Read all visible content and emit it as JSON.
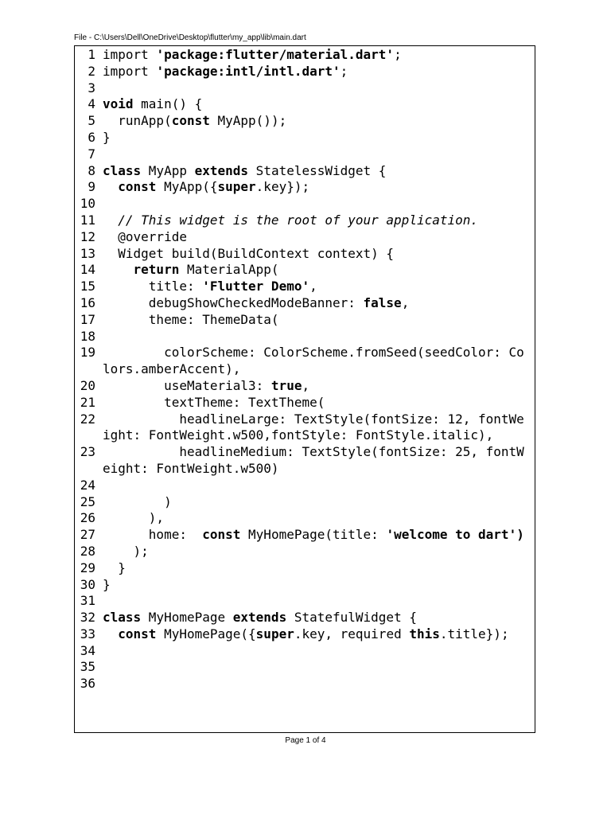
{
  "header": {
    "file_path": "File - C:\\Users\\Dell\\OneDrive\\Desktop\\flutter\\my_app\\lib\\main.dart"
  },
  "code": {
    "lines": [
      {
        "no": "1",
        "tokens": [
          {
            "t": "import "
          },
          {
            "t": "'package:flutter/material.dart'",
            "c": "str"
          },
          {
            "t": ";"
          }
        ]
      },
      {
        "no": "2",
        "tokens": [
          {
            "t": "import "
          },
          {
            "t": "'package:intl/intl.dart'",
            "c": "str"
          },
          {
            "t": ";"
          }
        ]
      },
      {
        "no": "3",
        "tokens": []
      },
      {
        "no": "4",
        "tokens": [
          {
            "t": "void",
            "c": "kw"
          },
          {
            "t": " main() {"
          }
        ]
      },
      {
        "no": "5",
        "tokens": [
          {
            "t": "  runApp("
          },
          {
            "t": "const",
            "c": "kw"
          },
          {
            "t": " MyApp());"
          }
        ]
      },
      {
        "no": "6",
        "tokens": [
          {
            "t": "}"
          }
        ]
      },
      {
        "no": "7",
        "tokens": []
      },
      {
        "no": "8",
        "tokens": [
          {
            "t": "class",
            "c": "kw"
          },
          {
            "t": " MyApp "
          },
          {
            "t": "extends",
            "c": "kw"
          },
          {
            "t": " StatelessWidget {"
          }
        ]
      },
      {
        "no": "9",
        "tokens": [
          {
            "t": "  "
          },
          {
            "t": "const",
            "c": "kw"
          },
          {
            "t": " MyApp({"
          },
          {
            "t": "super",
            "c": "kw"
          },
          {
            "t": ".key});"
          }
        ]
      },
      {
        "no": "10",
        "tokens": []
      },
      {
        "no": "11",
        "tokens": [
          {
            "t": "  "
          },
          {
            "t": "// This widget is the root of your application.",
            "c": "cmt"
          }
        ]
      },
      {
        "no": "12",
        "tokens": [
          {
            "t": "  @override"
          }
        ]
      },
      {
        "no": "13",
        "tokens": [
          {
            "t": "  Widget build(BuildContext context) {"
          }
        ]
      },
      {
        "no": "14",
        "tokens": [
          {
            "t": "    "
          },
          {
            "t": "return",
            "c": "kw"
          },
          {
            "t": " MaterialApp("
          }
        ]
      },
      {
        "no": "15",
        "tokens": [
          {
            "t": "      title: "
          },
          {
            "t": "'Flutter Demo'",
            "c": "str"
          },
          {
            "t": ","
          }
        ]
      },
      {
        "no": "16",
        "tokens": [
          {
            "t": "      debugShowCheckedModeBanner: "
          },
          {
            "t": "false",
            "c": "kw"
          },
          {
            "t": ","
          }
        ]
      },
      {
        "no": "17",
        "tokens": [
          {
            "t": "      theme: ThemeData("
          }
        ]
      },
      {
        "no": "18",
        "tokens": []
      },
      {
        "no": "19",
        "tokens": [
          {
            "t": "        colorScheme: ColorScheme.fromSeed(seedColor: Colors.amberAccent),"
          }
        ]
      },
      {
        "no": "20",
        "tokens": [
          {
            "t": "        useMaterial3: "
          },
          {
            "t": "true",
            "c": "kw"
          },
          {
            "t": ","
          }
        ]
      },
      {
        "no": "21",
        "tokens": [
          {
            "t": "        textTheme: TextTheme("
          }
        ]
      },
      {
        "no": "22",
        "tokens": [
          {
            "t": "          headlineLarge: TextStyle(fontSize: 12, fontWeight: FontWeight.w500,fontStyle: FontStyle.italic),"
          }
        ]
      },
      {
        "no": "23",
        "tokens": [
          {
            "t": "          headlineMedium: TextStyle(fontSize: 25, fontWeight: FontWeight.w500)"
          }
        ]
      },
      {
        "no": "24",
        "tokens": []
      },
      {
        "no": "25",
        "tokens": [
          {
            "t": "        )"
          }
        ]
      },
      {
        "no": "26",
        "tokens": [
          {
            "t": "      ),"
          }
        ]
      },
      {
        "no": "27",
        "tokens": [
          {
            "t": "      home:  "
          },
          {
            "t": "const",
            "c": "kw"
          },
          {
            "t": " MyHomePage(title: "
          },
          {
            "t": "'welcome to dart')",
            "c": "str"
          }
        ]
      },
      {
        "no": "28",
        "tokens": [
          {
            "t": "    );"
          }
        ]
      },
      {
        "no": "29",
        "tokens": [
          {
            "t": "  }"
          }
        ]
      },
      {
        "no": "30",
        "tokens": [
          {
            "t": "}"
          }
        ]
      },
      {
        "no": "31",
        "tokens": []
      },
      {
        "no": "32",
        "tokens": [
          {
            "t": "class",
            "c": "kw"
          },
          {
            "t": " MyHomePage "
          },
          {
            "t": "extends",
            "c": "kw"
          },
          {
            "t": " StatefulWidget {"
          }
        ]
      },
      {
        "no": "33",
        "tokens": [
          {
            "t": "  "
          },
          {
            "t": "const",
            "c": "kw"
          },
          {
            "t": " MyHomePage({"
          },
          {
            "t": "super",
            "c": "kw"
          },
          {
            "t": ".key, required "
          },
          {
            "t": "this",
            "c": "kw"
          },
          {
            "t": ".title});"
          }
        ]
      },
      {
        "no": "34",
        "tokens": []
      },
      {
        "no": "35",
        "tokens": []
      },
      {
        "no": "36",
        "tokens": []
      }
    ]
  },
  "footer": {
    "page_label": "Page 1 of 4"
  }
}
